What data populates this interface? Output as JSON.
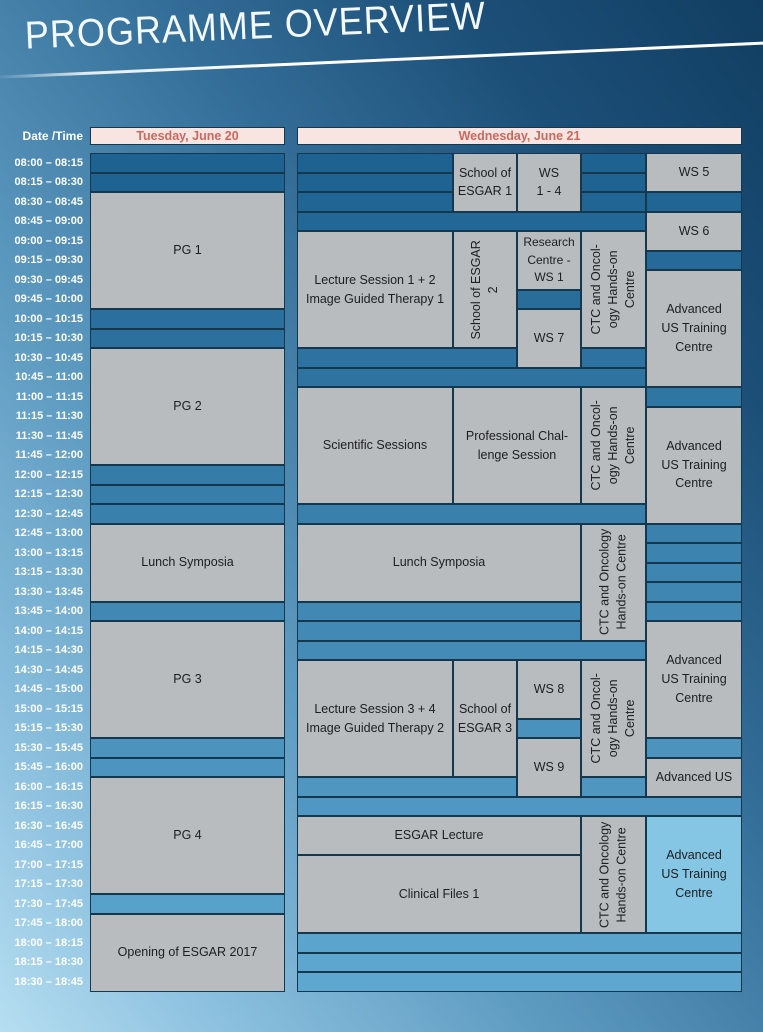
{
  "page": {
    "title": "PROGRAMME OVERVIEW"
  },
  "colors": {
    "header_pink_bg": "#f8e4e0",
    "header_red_text": "#ca695e",
    "session_gray": "#b8bcbe",
    "session_lightblue": "#85c6e4",
    "grid_border": "#16384e",
    "empty_cell_top": "#1d6190",
    "empty_cell_bottom": "#5fa8d1"
  },
  "schedule": {
    "corner_label": "Date /Time",
    "days": [
      {
        "label": "Tuesday, June 20"
      },
      {
        "label": "Wednesday, June 21"
      }
    ],
    "time_slots": [
      "08:00 – 08:15",
      "08:15 – 08:30",
      "08:30 – 08:45",
      "08:45 – 09:00",
      "09:00 – 09:15",
      "09:15 – 09:30",
      "09:30 – 09:45",
      "09:45 – 10:00",
      "10:00 – 10:15",
      "10:15 – 10:30",
      "10:30 – 10:45",
      "10:45 – 11:00",
      "11:00 – 11:15",
      "11:15 – 11:30",
      "11:30 – 11:45",
      "11:45 – 12:00",
      "12:00 – 12:15",
      "12:15 – 12:30",
      "12:30 – 12:45",
      "12:45 – 13:00",
      "13:00 – 13:15",
      "13:15 – 13:30",
      "13:30 – 13:45",
      "13:45 – 14:00",
      "14:00 – 14:15",
      "14:15 – 14:30",
      "14:30 – 14:45",
      "14:45 – 15:00",
      "15:00 – 15:15",
      "15:15 – 15:30",
      "15:30 – 15:45",
      "15:45 – 16:00",
      "16:00 – 16:15",
      "16:15 – 16:30",
      "16:30 – 16:45",
      "16:45 – 17:00",
      "17:00 – 17:15",
      "17:15 – 17:30",
      "17:30 – 17:45",
      "17:45 – 18:00",
      "18:00 – 18:15",
      "18:15 – 18:30",
      "18:30 – 18:45"
    ],
    "tuesday": {
      "blocks": [
        {
          "label": "PG 1",
          "col": [
            0,
            1
          ],
          "rows": [
            2,
            8
          ]
        },
        {
          "label": "PG 2",
          "col": [
            0,
            1
          ],
          "rows": [
            10,
            16
          ]
        },
        {
          "label": "Lunch Symposia",
          "col": [
            0,
            1
          ],
          "rows": [
            19,
            23
          ]
        },
        {
          "label": "PG 3",
          "col": [
            0,
            1
          ],
          "rows": [
            24,
            30
          ]
        },
        {
          "label": "PG 4",
          "col": [
            0,
            1
          ],
          "rows": [
            32,
            38
          ]
        },
        {
          "label": "Opening of ESGAR 2017",
          "col": [
            0,
            1
          ],
          "rows": [
            39,
            43
          ]
        }
      ],
      "empty": [
        {
          "col": [
            0,
            1
          ],
          "rows": [
            0,
            1
          ]
        },
        {
          "col": [
            0,
            1
          ],
          "rows": [
            1,
            2
          ]
        },
        {
          "col": [
            0,
            1
          ],
          "rows": [
            8,
            9
          ]
        },
        {
          "col": [
            0,
            1
          ],
          "rows": [
            9,
            10
          ]
        },
        {
          "col": [
            0,
            1
          ],
          "rows": [
            16,
            17
          ]
        },
        {
          "col": [
            0,
            1
          ],
          "rows": [
            17,
            18
          ]
        },
        {
          "col": [
            0,
            1
          ],
          "rows": [
            18,
            19
          ]
        },
        {
          "col": [
            0,
            1
          ],
          "rows": [
            23,
            24
          ]
        },
        {
          "col": [
            0,
            1
          ],
          "rows": [
            30,
            31
          ]
        },
        {
          "col": [
            0,
            1
          ],
          "rows": [
            31,
            32
          ]
        },
        {
          "col": [
            0,
            1
          ],
          "rows": [
            38,
            39
          ]
        }
      ]
    },
    "wednesday": {
      "blocks": [
        {
          "label": "School of\nESGAR 1",
          "col": [
            1,
            2
          ],
          "rows": [
            0,
            3
          ]
        },
        {
          "label": "WS\n1 - 4",
          "col": [
            2,
            3
          ],
          "rows": [
            0,
            3
          ]
        },
        {
          "label": "WS 5",
          "col": [
            4,
            5
          ],
          "rows": [
            0,
            2
          ]
        },
        {
          "label": "WS 6",
          "col": [
            4,
            5
          ],
          "rows": [
            3,
            5
          ]
        },
        {
          "label": "Lecture Session 1 + 2\nImage Guided Therapy 1",
          "col": [
            0,
            1
          ],
          "rows": [
            4,
            10
          ]
        },
        {
          "label": "School of ESGAR\n2",
          "col": [
            1,
            2
          ],
          "rows": [
            4,
            10
          ],
          "vertical": true
        },
        {
          "label": "Research\nCentre -\nWS 1",
          "col": [
            2,
            3
          ],
          "rows": [
            4,
            7
          ],
          "small": true
        },
        {
          "label": "WS 7",
          "col": [
            2,
            3
          ],
          "rows": [
            8,
            11
          ]
        },
        {
          "label": "CTC and Oncol-\nogy Hands-on\nCentre",
          "col": [
            3,
            4
          ],
          "rows": [
            4,
            10
          ],
          "vertical": true
        },
        {
          "label": "Advanced\nUS Training\nCentre",
          "col": [
            4,
            5
          ],
          "rows": [
            6,
            12
          ]
        },
        {
          "label": "Scientific Sessions",
          "col": [
            0,
            1
          ],
          "rows": [
            12,
            18
          ]
        },
        {
          "label": "Professional Chal-\nlenge Session",
          "col": [
            1,
            3
          ],
          "rows": [
            12,
            18
          ]
        },
        {
          "label": "CTC and Oncol-\nogy Hands-on\nCentre",
          "col": [
            3,
            4
          ],
          "rows": [
            12,
            18
          ],
          "vertical": true
        },
        {
          "label": "Advanced\nUS Training\nCentre",
          "col": [
            4,
            5
          ],
          "rows": [
            13,
            19
          ]
        },
        {
          "label": "Lunch Symposia",
          "col": [
            0,
            3
          ],
          "rows": [
            19,
            23
          ]
        },
        {
          "label": "CTC and Oncology\nHands-on Centre",
          "col": [
            3,
            4
          ],
          "rows": [
            19,
            25
          ],
          "vertical": true
        },
        {
          "label": "Advanced\nUS Training\nCentre",
          "col": [
            4,
            5
          ],
          "rows": [
            24,
            30
          ]
        },
        {
          "label": "Lecture Session 3 + 4\nImage Guided Therapy 2",
          "col": [
            0,
            1
          ],
          "rows": [
            26,
            32
          ]
        },
        {
          "label": "School of\nESGAR 3",
          "col": [
            1,
            2
          ],
          "rows": [
            26,
            32
          ]
        },
        {
          "label": "WS 8",
          "col": [
            2,
            3
          ],
          "rows": [
            26,
            29
          ]
        },
        {
          "label": "WS 9",
          "col": [
            2,
            3
          ],
          "rows": [
            30,
            33
          ]
        },
        {
          "label": "CTC and Oncol-\nogy Hands-on\nCentre",
          "col": [
            3,
            4
          ],
          "rows": [
            26,
            32
          ],
          "vertical": true
        },
        {
          "label": "Advanced US",
          "col": [
            4,
            5
          ],
          "rows": [
            31,
            33
          ]
        },
        {
          "label": "ESGAR Lecture",
          "col": [
            0,
            3
          ],
          "rows": [
            34,
            36
          ]
        },
        {
          "label": "Clinical Files 1",
          "col": [
            0,
            3
          ],
          "rows": [
            36,
            40
          ]
        },
        {
          "label": "CTC and Oncology\nHands-on Centre",
          "col": [
            3,
            4
          ],
          "rows": [
            34,
            40
          ],
          "vertical": true
        },
        {
          "label": "Advanced\nUS Training\nCentre",
          "col": [
            4,
            5
          ],
          "rows": [
            34,
            40
          ],
          "highlight": true
        }
      ],
      "empty": [
        {
          "col": [
            0,
            1
          ],
          "rows": [
            0,
            1
          ]
        },
        {
          "col": [
            0,
            1
          ],
          "rows": [
            1,
            2
          ]
        },
        {
          "col": [
            0,
            1
          ],
          "rows": [
            2,
            3
          ]
        },
        {
          "col": [
            3,
            4
          ],
          "rows": [
            0,
            1
          ]
        },
        {
          "col": [
            3,
            4
          ],
          "rows": [
            1,
            2
          ]
        },
        {
          "col": [
            3,
            4
          ],
          "rows": [
            2,
            3
          ]
        },
        {
          "col": [
            3,
            4
          ],
          "rows": [
            10,
            11
          ]
        },
        {
          "col": [
            3,
            4
          ],
          "rows": [
            32,
            33
          ]
        },
        {
          "col": [
            4,
            5
          ],
          "rows": [
            2,
            3
          ]
        },
        {
          "col": [
            4,
            5
          ],
          "rows": [
            5,
            6
          ]
        },
        {
          "col": [
            4,
            5
          ],
          "rows": [
            12,
            13
          ]
        },
        {
          "col": [
            4,
            5
          ],
          "rows": [
            19,
            20
          ]
        },
        {
          "col": [
            4,
            5
          ],
          "rows": [
            20,
            21
          ]
        },
        {
          "col": [
            4,
            5
          ],
          "rows": [
            21,
            22
          ]
        },
        {
          "col": [
            4,
            5
          ],
          "rows": [
            22,
            23
          ]
        },
        {
          "col": [
            4,
            5
          ],
          "rows": [
            23,
            24
          ]
        },
        {
          "col": [
            4,
            5
          ],
          "rows": [
            30,
            31
          ]
        },
        {
          "col": [
            2,
            3
          ],
          "rows": [
            7,
            8
          ]
        },
        {
          "col": [
            2,
            3
          ],
          "rows": [
            29,
            30
          ]
        },
        {
          "col": [
            0,
            2
          ],
          "rows": [
            10,
            11
          ]
        },
        {
          "col": [
            0,
            2
          ],
          "rows": [
            32,
            33
          ]
        },
        {
          "col": [
            0,
            3
          ],
          "rows": [
            23,
            24
          ]
        },
        {
          "col": [
            0,
            3
          ],
          "rows": [
            24,
            25
          ]
        },
        {
          "col": [
            0,
            4
          ],
          "rows": [
            3,
            4
          ]
        },
        {
          "col": [
            0,
            4
          ],
          "rows": [
            11,
            12
          ]
        },
        {
          "col": [
            0,
            4
          ],
          "rows": [
            18,
            19
          ]
        },
        {
          "col": [
            0,
            4
          ],
          "rows": [
            25,
            26
          ]
        },
        {
          "col": [
            0,
            5
          ],
          "rows": [
            33,
            34
          ]
        },
        {
          "col": [
            0,
            5
          ],
          "rows": [
            40,
            41
          ]
        },
        {
          "col": [
            0,
            5
          ],
          "rows": [
            41,
            42
          ]
        },
        {
          "col": [
            0,
            5
          ],
          "rows": [
            42,
            43
          ]
        }
      ]
    }
  }
}
